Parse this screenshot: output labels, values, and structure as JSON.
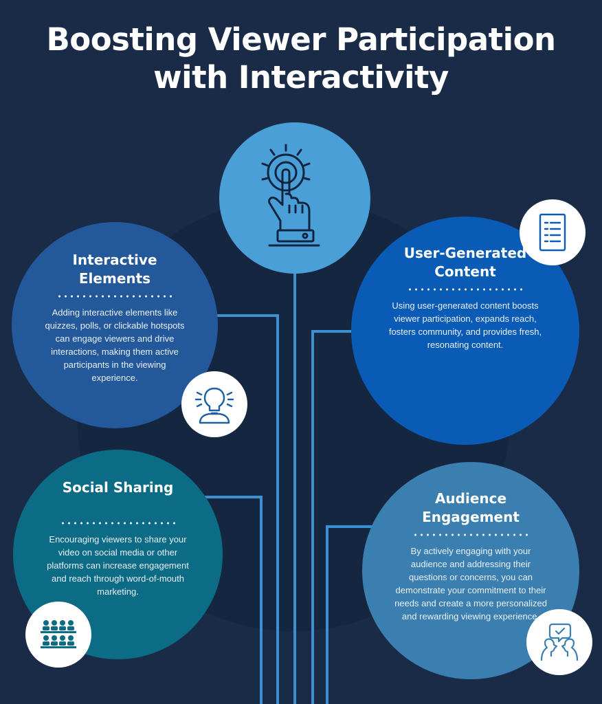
{
  "title": {
    "line1": "Boosting Viewer Participation",
    "line2": "with Interactivity"
  },
  "colors": {
    "background": "#1a2b47",
    "backdrop": "#152640",
    "top_circle": "#4a9fd6",
    "interactive_elements": "#23589a",
    "user_generated_content": "#0a5bb5",
    "social_sharing": "#0c6c86",
    "audience_engagement": "#3b7fb1",
    "connector": "#3d8fd0"
  },
  "top_icon": "tap-hand-icon",
  "sections": {
    "interactive_elements": {
      "title_line1": "Interactive",
      "title_line2": "Elements",
      "body": "Adding interactive elements like quizzes, polls, or clickable hotspots can engage viewers and drive interactions, making them active participants in the viewing experience.",
      "icon": "user-idea-icon"
    },
    "user_generated_content": {
      "title_line1": "User-Generated",
      "title_line2": "Content",
      "body": "Using user-generated content boosts viewer participation, expands reach, fosters community, and provides fresh, resonating content.",
      "icon": "checklist-icon"
    },
    "social_sharing": {
      "title_line1": "Social Sharing",
      "body": "Encouraging viewers to share your video on social media or other platforms can increase engagement and reach through word-of-mouth marketing.",
      "icon": "audience-icon"
    },
    "audience_engagement": {
      "title_line1": "Audience",
      "title_line2": "Engagement",
      "body": "By actively engaging with your audience and addressing their questions or concerns, you can demonstrate your commitment to their needs and create a more personalized and rewarding viewing experience.",
      "icon": "conversation-icon"
    }
  }
}
